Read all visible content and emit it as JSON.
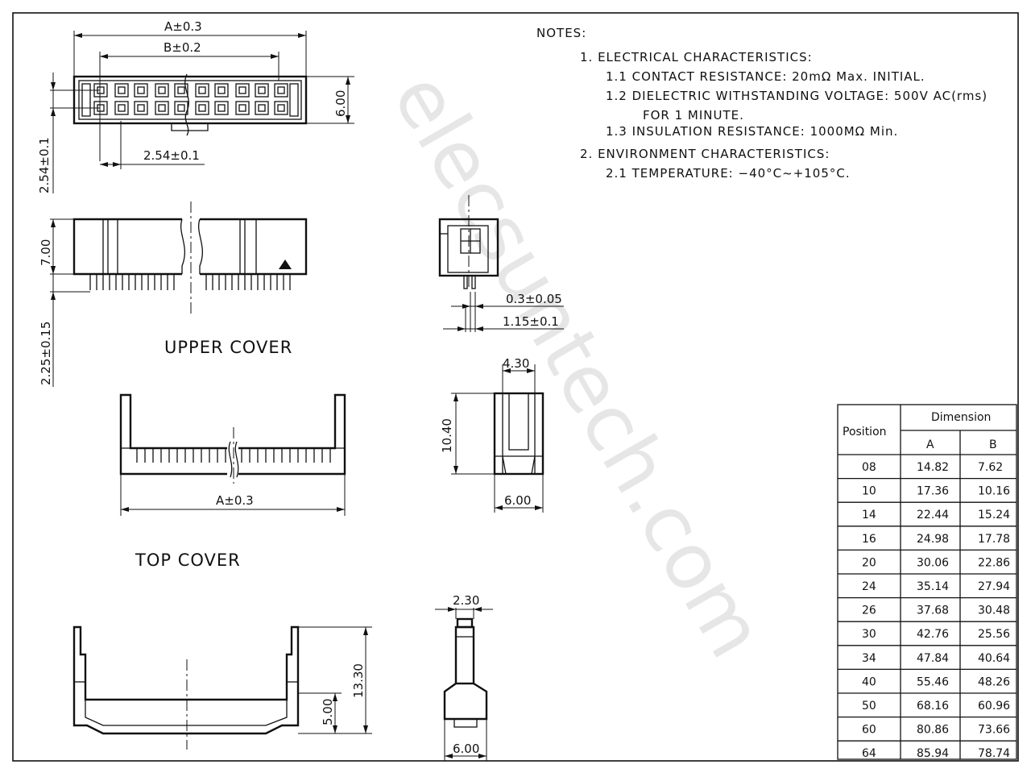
{
  "watermark": "elecsuntech.com",
  "dimensions": {
    "a_top": "A±0.3",
    "b_top": "B±0.2",
    "pitch_h": "2.54±0.1",
    "pitch_v": "2.54±0.1",
    "width_600_top": "6.00",
    "height_700": "7.00",
    "pin_225": "2.25±0.15",
    "pin_03": "0.3±0.05",
    "pin_115": "1.15±0.1",
    "w_430": "4.30",
    "h_1040": "10.40",
    "w_600_mid": "6.00",
    "a_mid": "A±0.3",
    "w_230": "2.30",
    "h_1330": "13.30",
    "h_500": "5.00",
    "w_600_bot": "6.00"
  },
  "captions": {
    "upper_cover": "UPPER  COVER",
    "top_cover": "TOP  COVER"
  },
  "notes": {
    "heading": "NOTES:",
    "lines": [
      "1.  ELECTRICAL  CHARACTERISTICS:",
      "1.1  CONTACT  RESISTANCE:  20mΩ  Max.  INITIAL.",
      "1.2  DIELECTRIC  WITHSTANDING  VOLTAGE:  500V  AC(rms)",
      "FOR  1  MINUTE.",
      "1.3  INSULATION  RESISTANCE:  1000MΩ  Min.",
      "2.  ENVIRONMENT  CHARACTERISTICS:",
      "2.1  TEMPERATURE:  −40°C~+105°C."
    ]
  },
  "table": {
    "position_header": "Position",
    "dimension_header": "Dimension",
    "col_a": "A",
    "col_b": "B",
    "rows": [
      [
        "08",
        "14.82",
        "7.62"
      ],
      [
        "10",
        "17.36",
        "10.16"
      ],
      [
        "14",
        "22.44",
        "15.24"
      ],
      [
        "16",
        "24.98",
        "17.78"
      ],
      [
        "20",
        "30.06",
        "22.86"
      ],
      [
        "24",
        "35.14",
        "27.94"
      ],
      [
        "26",
        "37.68",
        "30.48"
      ],
      [
        "30",
        "42.76",
        "25.56"
      ],
      [
        "34",
        "47.84",
        "40.64"
      ],
      [
        "40",
        "55.46",
        "48.26"
      ],
      [
        "50",
        "68.16",
        "60.96"
      ],
      [
        "60",
        "80.86",
        "73.66"
      ],
      [
        "64",
        "85.94",
        "78.74"
      ]
    ]
  }
}
